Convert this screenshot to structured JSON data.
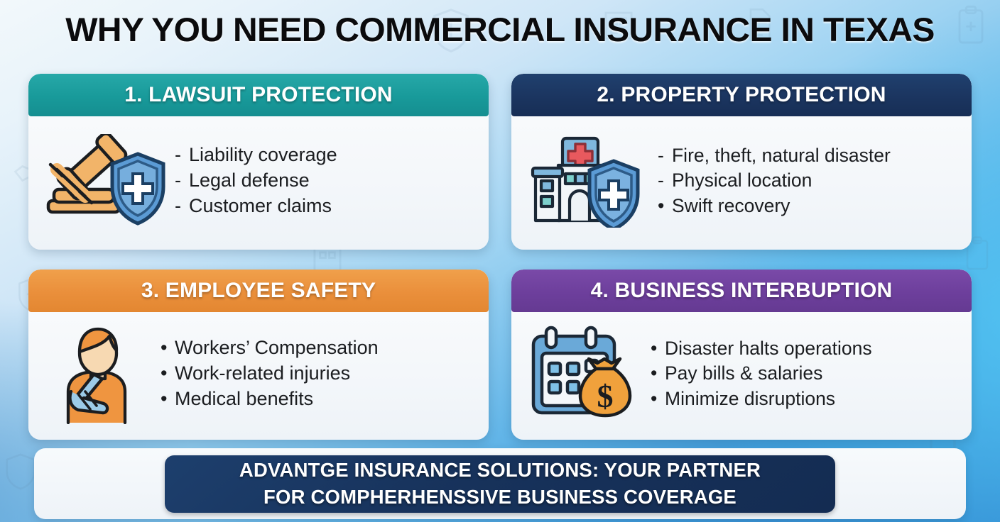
{
  "title": "WHY YOU NEED COMMERCIAL INSURANCE IN TEXAS",
  "colors": {
    "card1_header": "#189a9a",
    "card2_header": "#1b3560",
    "card3_header": "#ea8f3b",
    "card4_header": "#6d3f9c",
    "footer_banner": "#17325b",
    "background_top": "#f2f8fb",
    "background_bottom": "#2f86cf",
    "shield_blue": "#5b9bd5",
    "gavel_orange": "#f0a858",
    "cross_red": "#e8595e",
    "money_orange": "#f0a13c",
    "person_orange": "#ef9540",
    "sling_blue": "#9ccbe8"
  },
  "cards": [
    {
      "header": "1. LAWSUIT PROTECTION",
      "icon": "gavel-shield-icon",
      "bullets": [
        {
          "marker": "-",
          "text": "Liability coverage"
        },
        {
          "marker": "-",
          "text": "Legal defense"
        },
        {
          "marker": "-",
          "text": "Customer claims"
        }
      ]
    },
    {
      "header": "2. PROPERTY PROTECTION",
      "icon": "building-shield-icon",
      "bullets": [
        {
          "marker": "-",
          "text": "Fire, theft, natural disaster"
        },
        {
          "marker": "-",
          "text": "Physical location"
        },
        {
          "marker": "•",
          "text": "Swift recovery"
        }
      ]
    },
    {
      "header": "3. EMPLOYEE SAFETY",
      "icon": "injured-worker-icon",
      "bullets": [
        {
          "marker": "•",
          "text": "Workers’ Compensation"
        },
        {
          "marker": "•",
          "text": "Work-related injuries"
        },
        {
          "marker": "•",
          "text": "Medical benefits"
        }
      ]
    },
    {
      "header": "4. BUSINESS INTERBUPTION",
      "icon": "calendar-moneybag-icon",
      "bullets": [
        {
          "marker": "•",
          "text": "Disaster halts operations"
        },
        {
          "marker": "•",
          "text": "Pay bills & salaries"
        },
        {
          "marker": "•",
          "text": "Minimize disruptions"
        }
      ]
    }
  ],
  "footer": {
    "line1": "ADVANTGE INSURANCE SOLUTIONS: YOUR PARTNER",
    "line2": "FOR COMPHERHENSSIVE BUSINESS COVERAGE"
  }
}
